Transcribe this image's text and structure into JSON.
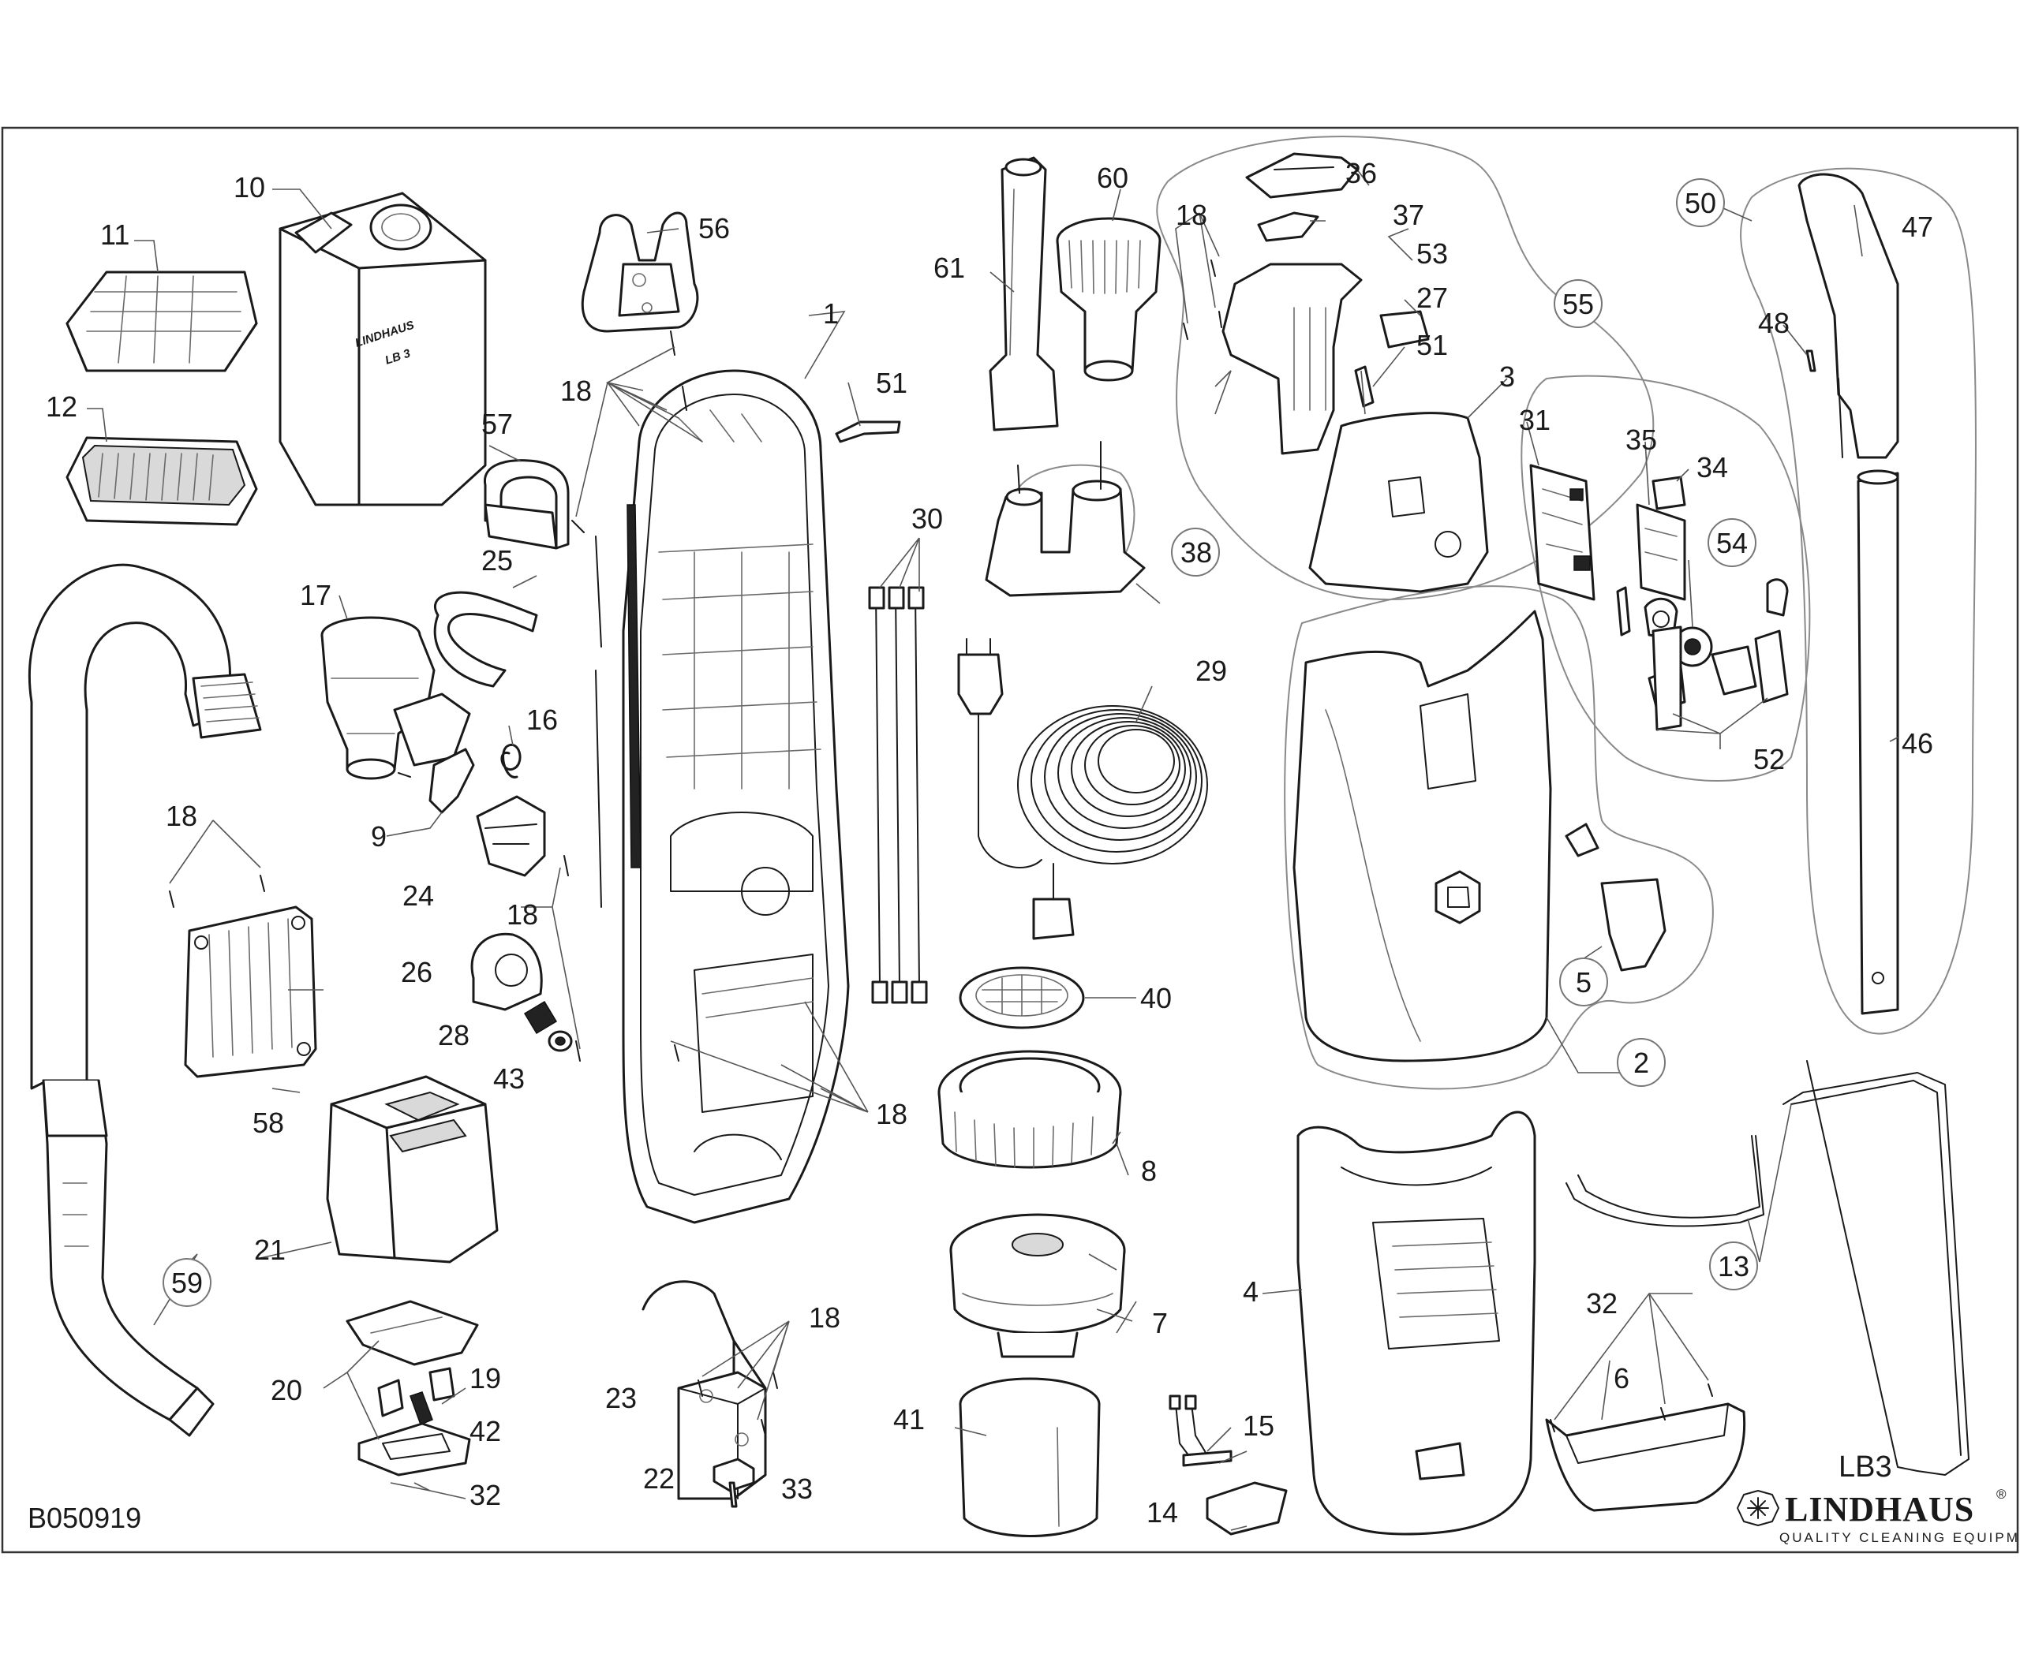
{
  "drawing_code": "B050919",
  "model": "LB3",
  "brand": {
    "name": "LINDHAUS",
    "registered": "®",
    "tagline": "QUALITY CLEANING EQUIPMENT"
  },
  "bag_print": {
    "brand": "LINDHAUS",
    "model": "LB 3"
  },
  "part_labels": {
    "p1": "1",
    "p2": "2",
    "p3": "3",
    "p4": "4",
    "p5": "5",
    "p6": "6",
    "p7": "7",
    "p8": "8",
    "p9": "9",
    "p10": "10",
    "p11": "11",
    "p12": "12",
    "p13": "13",
    "p14": "14",
    "p15": "15",
    "p16": "16",
    "p17": "17",
    "p18": "18",
    "p19": "19",
    "p20": "20",
    "p21": "21",
    "p22": "22",
    "p23": "23",
    "p24": "24",
    "p25": "25",
    "p26": "26",
    "p27": "27",
    "p28": "28",
    "p29": "29",
    "p30": "30",
    "p31": "31",
    "p32": "32",
    "p33": "33",
    "p34": "34",
    "p35": "35",
    "p36": "36",
    "p37": "37",
    "p38": "38",
    "p40": "40",
    "p41": "41",
    "p42": "42",
    "p43": "43",
    "p46": "46",
    "p47": "47",
    "p48": "48",
    "p50": "50",
    "p51": "51",
    "p52": "52",
    "p53": "53",
    "p54": "54",
    "p55": "55",
    "p56": "56",
    "p57": "57",
    "p58": "58",
    "p59": "59",
    "p60": "60",
    "p61": "61"
  },
  "colors": {
    "line": "#1a1a1a",
    "leader": "#555555",
    "group_outline": "#8a8a8a"
  }
}
